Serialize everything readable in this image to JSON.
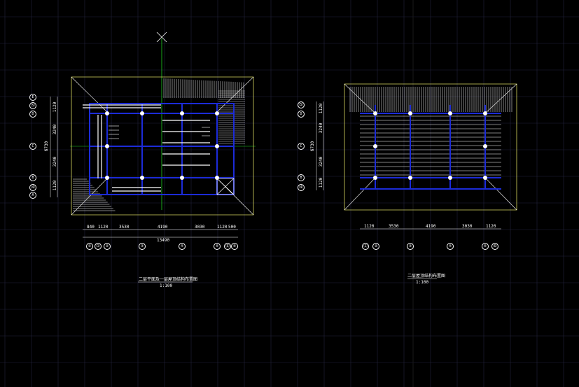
{
  "colors": {
    "background": "#000000",
    "grid": "#2a2a48",
    "outline": "#ffffff",
    "structure": "#1c2bd8",
    "axis_green": "#1fd01f",
    "eave_yellow": "#d8d860",
    "column": "#ffffff"
  },
  "left_plan": {
    "dims": {
      "d1": "840",
      "d2": "1120",
      "d3": "3530",
      "d4": "4190",
      "d5": "3030",
      "d6": "1120",
      "d7": "500",
      "total": "13490",
      "v1": "1120",
      "v2": "3240",
      "v3": "6730",
      "v4": "3240",
      "v5": "1120"
    },
    "col_bubbles": [
      "①",
      "⑴",
      "②",
      "③",
      "④",
      "⑤",
      "⑹",
      "⑥"
    ],
    "row_bubbles": [
      "E",
      "⑸",
      "D",
      "C",
      "B",
      "⑷",
      "A"
    ],
    "title": "二层平面及一层屋顶结构布置图",
    "scale": "1:100"
  },
  "right_plan": {
    "dims": {
      "d1": "1120",
      "d2": "3530",
      "d3": "4190",
      "d4": "3030",
      "d5": "1120",
      "v1": "1120",
      "v2": "3240",
      "v3": "6730",
      "v4": "3240",
      "v5": "1120"
    },
    "col_bubbles": [
      "⑴",
      "②",
      "③",
      "④",
      "⑤",
      "⑹"
    ],
    "row_bubbles": [
      "⑸",
      "D",
      "C",
      "B",
      "⑷"
    ],
    "title": "二层屋顶结构布置图",
    "scale": "1:100"
  }
}
